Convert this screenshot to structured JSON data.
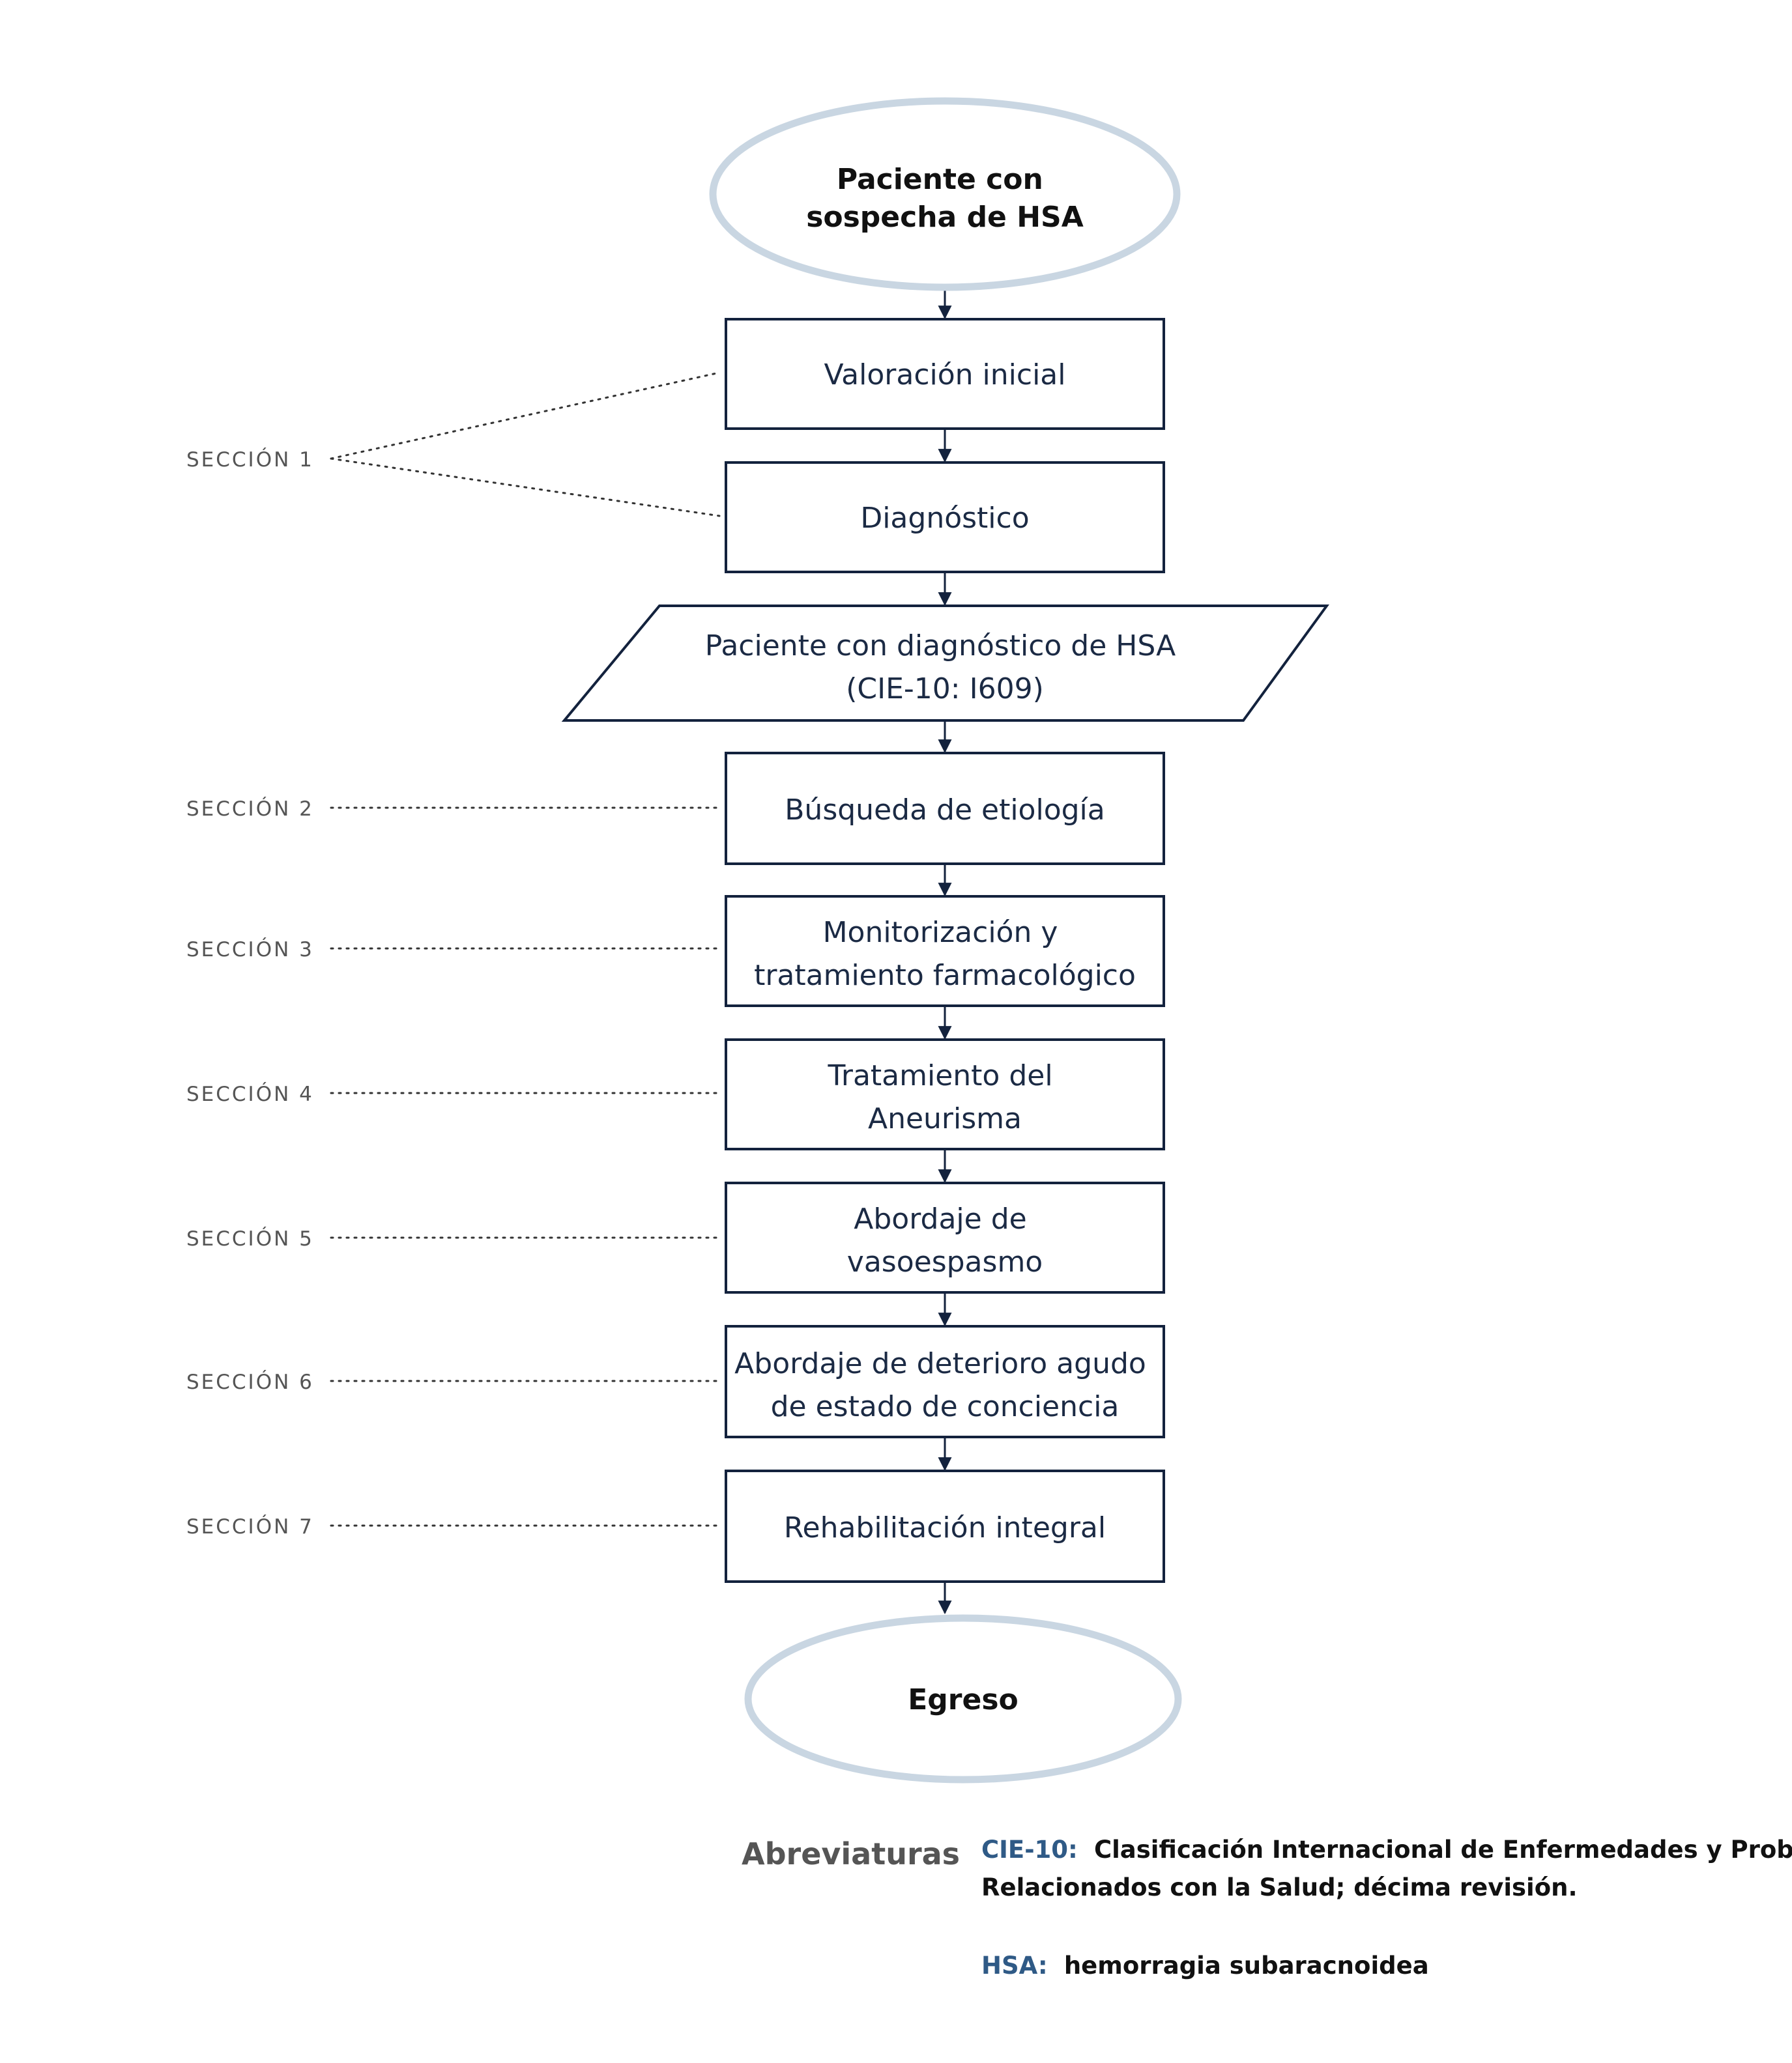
{
  "colors": {
    "box_stroke": "#13223d",
    "terminal_stroke": "#c9d6e2",
    "text": "#1b2a44",
    "section_text": "#555555",
    "dotted": "#333333",
    "abbr_key": "#2f5a86"
  },
  "nodes": {
    "start": {
      "shape": "ellipse",
      "lines": [
        "Paciente con",
        "sospecha de HSA"
      ]
    },
    "valoracion": {
      "shape": "rect",
      "lines": [
        "Valoración inicial"
      ]
    },
    "diagnostico": {
      "shape": "rect",
      "lines": [
        "Diagnóstico"
      ]
    },
    "confirmado": {
      "shape": "parallelogram",
      "lines": [
        "Paciente con diagnóstico de HSA",
        "(CIE-10: I609)"
      ]
    },
    "etiologia": {
      "shape": "rect",
      "lines": [
        "Búsqueda de etiología"
      ]
    },
    "monitorizacion": {
      "shape": "rect",
      "lines": [
        "Monitorización y",
        "tratamiento farmacológico"
      ]
    },
    "aneurisma": {
      "shape": "rect",
      "lines": [
        "Tratamiento del",
        "Aneurisma"
      ]
    },
    "vasoespasmo": {
      "shape": "rect",
      "lines": [
        "Abordaje de",
        "vasoespasmo"
      ]
    },
    "deterioro": {
      "shape": "rect",
      "lines": [
        "Abordaje de deterioro agudo",
        "de estado de conciencia"
      ]
    },
    "rehabilitacion": {
      "shape": "rect",
      "lines": [
        "Rehabilitación integral"
      ]
    },
    "egreso": {
      "shape": "ellipse",
      "lines": [
        "Egreso"
      ]
    }
  },
  "sections": [
    {
      "label": "SECCIÓN 1",
      "targets": [
        "valoracion",
        "diagnostico"
      ]
    },
    {
      "label": "SECCIÓN 2",
      "targets": [
        "etiologia"
      ]
    },
    {
      "label": "SECCIÓN 3",
      "targets": [
        "monitorizacion"
      ]
    },
    {
      "label": "SECCIÓN 4",
      "targets": [
        "aneurisma"
      ]
    },
    {
      "label": "SECCIÓN 5",
      "targets": [
        "vasoespasmo"
      ]
    },
    {
      "label": "SECCIÓN 6",
      "targets": [
        "deterioro"
      ]
    },
    {
      "label": "SECCIÓN 7",
      "targets": [
        "rehabilitacion"
      ]
    }
  ],
  "abbreviations": {
    "title": "Abreviaturas",
    "items": [
      {
        "key": "CIE-10:",
        "definition_lines": [
          "Clasificación Internacional de Enfermedades y Problemas",
          "Relacionados con la Salud; décima revisión."
        ]
      },
      {
        "key": "HSA:",
        "definition_lines": [
          "hemorragia subaracnoidea"
        ]
      }
    ]
  }
}
